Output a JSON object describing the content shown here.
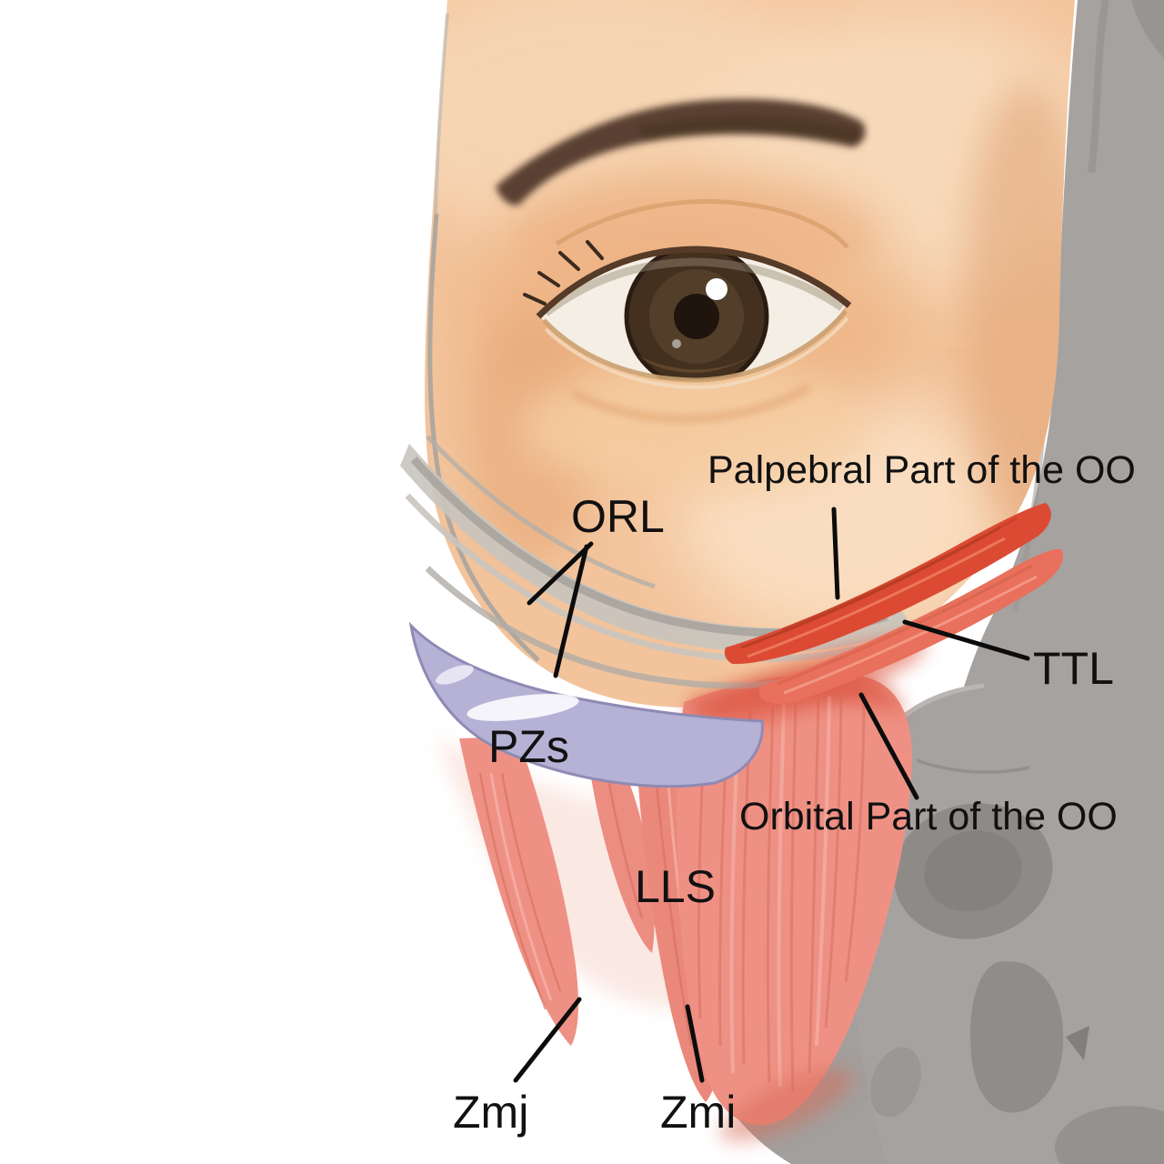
{
  "labels": {
    "palpebral": "Palpebral Part of the OO",
    "orl": "ORL",
    "ttl": "TTL",
    "pzs": "PZs",
    "orbital": "Orbital Part of the OO",
    "lls": "LLS",
    "zmj": "Zmj",
    "zmi": "Zmi"
  },
  "colors": {
    "skin": "#f3c49c",
    "brow": "#5a4030",
    "iris": "#43301f",
    "muscle_red": "#dc4a33",
    "muscle_salmon": "#e8705c",
    "muscle_pink": "#ee9184",
    "pzs_purple": "#b6b2d5",
    "fascia_gray": "#c8c4be",
    "bone_gray": "#a5a2a0",
    "label_ink": "#111111"
  }
}
